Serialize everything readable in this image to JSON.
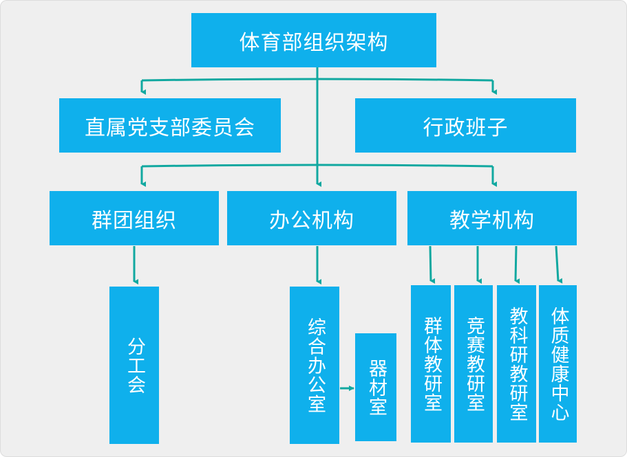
{
  "title": "体育部组织架构",
  "level1": {
    "left": "直属党支部委员会",
    "right": "行政班子"
  },
  "level2": {
    "mass": "群团组织",
    "office": "办公机构",
    "teaching": "教学机构"
  },
  "level3": {
    "union": "分工会",
    "general_office": "综合办公室",
    "equipment_room": "器材室",
    "group_sports": "群体教研室",
    "competition": "竞赛教研室",
    "research": "教科研教研室",
    "fitness_center": "体质健康中心"
  },
  "colors": {
    "box": "#0fb0ec",
    "text": "#ffffff",
    "connector": "#11a8a0",
    "background": "#efefef"
  }
}
